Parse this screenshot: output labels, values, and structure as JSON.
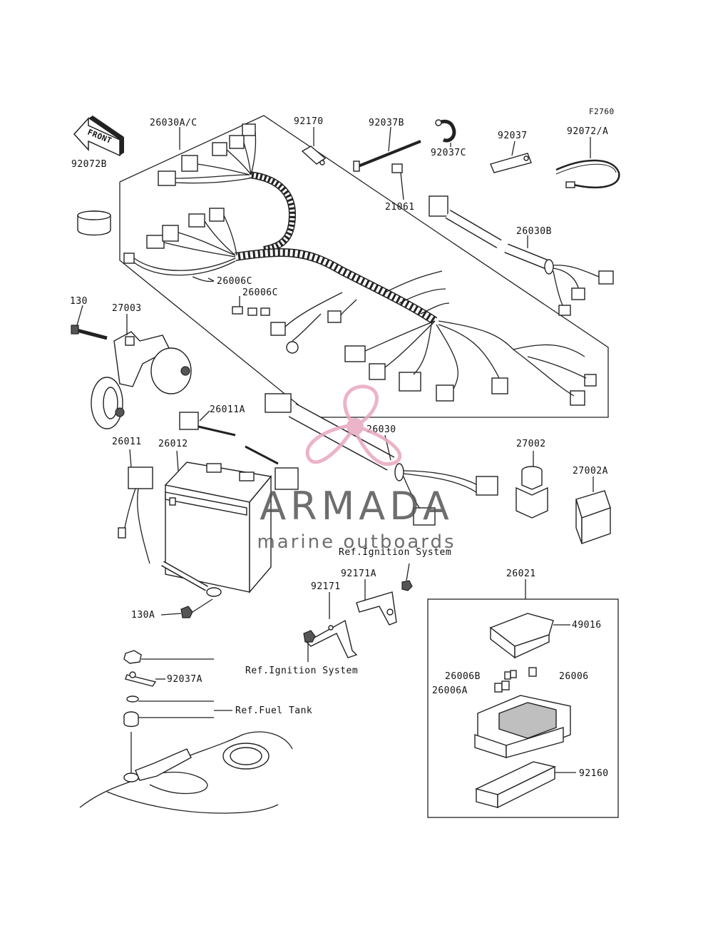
{
  "figure_code": "F2760",
  "front_label": "FRONT",
  "labels": {
    "p26030AC": "26030A/C",
    "p92170": "92170",
    "p92037B": "92037B",
    "p92037": "92037",
    "p92072A": "92072/A",
    "p92072B": "92072B",
    "p92037C": "92037C",
    "p21061": "21061",
    "p26030B": "26030B",
    "p26006C_1": "26006C",
    "p26006C_2": "26006C",
    "p130": "130",
    "p27003": "27003",
    "p26011A": "26011A",
    "p26030": "26030",
    "p26011": "26011",
    "p26012": "26012",
    "p27002": "27002",
    "p27002A": "27002A",
    "ref_ignition_1": "Ref.Ignition System",
    "p92171A": "92171A",
    "p92171": "92171",
    "p26021": "26021",
    "p49016": "49016",
    "p130A": "130A",
    "ref_ignition_2": "Ref.Ignition System",
    "p26006B": "26006B",
    "p26006": "26006",
    "p26006A": "26006A",
    "p92037A": "92037A",
    "ref_fuel_tank": "Ref.Fuel Tank",
    "p92160": "92160"
  },
  "watermark": {
    "brand": "ARMADA",
    "tagline": "marine outboards",
    "logo_color": "#e8a8c0"
  }
}
